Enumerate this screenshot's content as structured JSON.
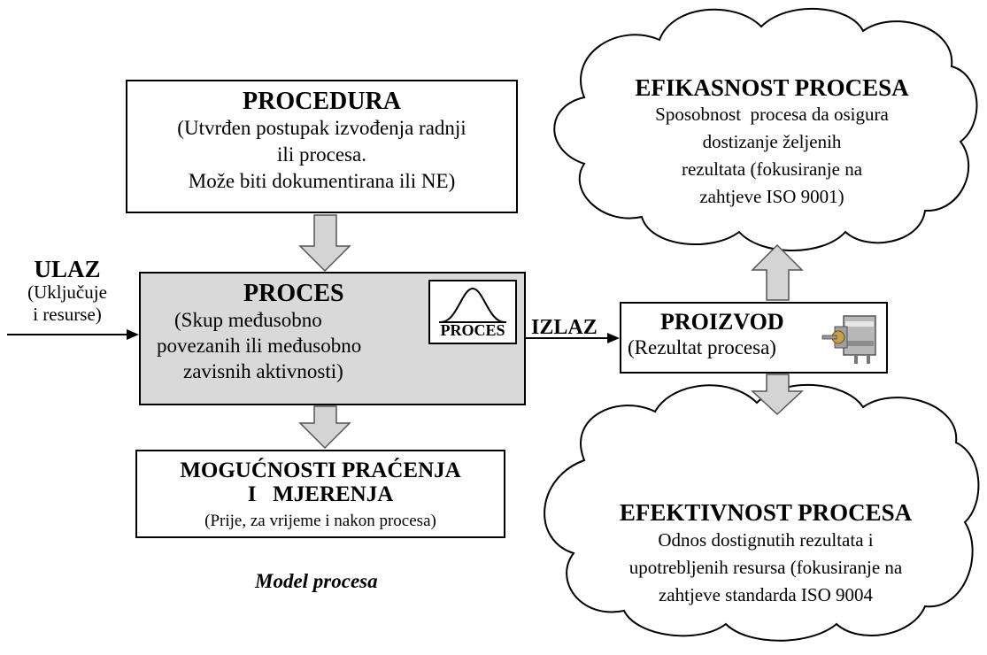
{
  "procedura": {
    "title": "PROCEDURA",
    "lines": [
      "(Utvrđen postupak izvođenja radnji",
      "ili procesa.",
      "Može biti dokumentirana ili NE)"
    ]
  },
  "ulaz": {
    "title": "ULAZ",
    "lines": [
      "(Uključuje",
      "i resurse)"
    ]
  },
  "proces": {
    "title": "PROCES",
    "lines": [
      "(Skup međusobno",
      "povezanih  ili međusobno",
      "zavisnih aktivnosti)"
    ],
    "icon_label": "PROCES"
  },
  "izlaz": {
    "label": "IZLAZ"
  },
  "proizvod": {
    "title": "PROIZVOD",
    "line": "(Rezultat procesa)"
  },
  "pracenje": {
    "title_line1": "MOGUĆNOSTI PRAĆENJA",
    "title_line2": "I   MJERENJA",
    "body": "(Prije, za vrijeme i nakon procesa)"
  },
  "efikasnost": {
    "title": "EFIKASNOST PROCESA",
    "lines": [
      "Sposobnost  procesa da osigura",
      "dostizanje željenih",
      "rezultata (fokusiranje na",
      "zahtjeve ISO 9001)"
    ]
  },
  "efektivnost": {
    "title": "EFEKTIVNOST PROCESA",
    "lines": [
      "Odnos dostignutih rezultata i",
      "upotrebljenih resursa (fokusiranje na",
      "zahtjeve standarda ISO 9004"
    ]
  },
  "caption": "Model procesa",
  "icons": {
    "bell_curve": "bell-curve-icon",
    "product": "motor-component-icon"
  },
  "colors": {
    "process_fill": "#d9d9d9",
    "arrow_fill": "#d4d4d4"
  }
}
